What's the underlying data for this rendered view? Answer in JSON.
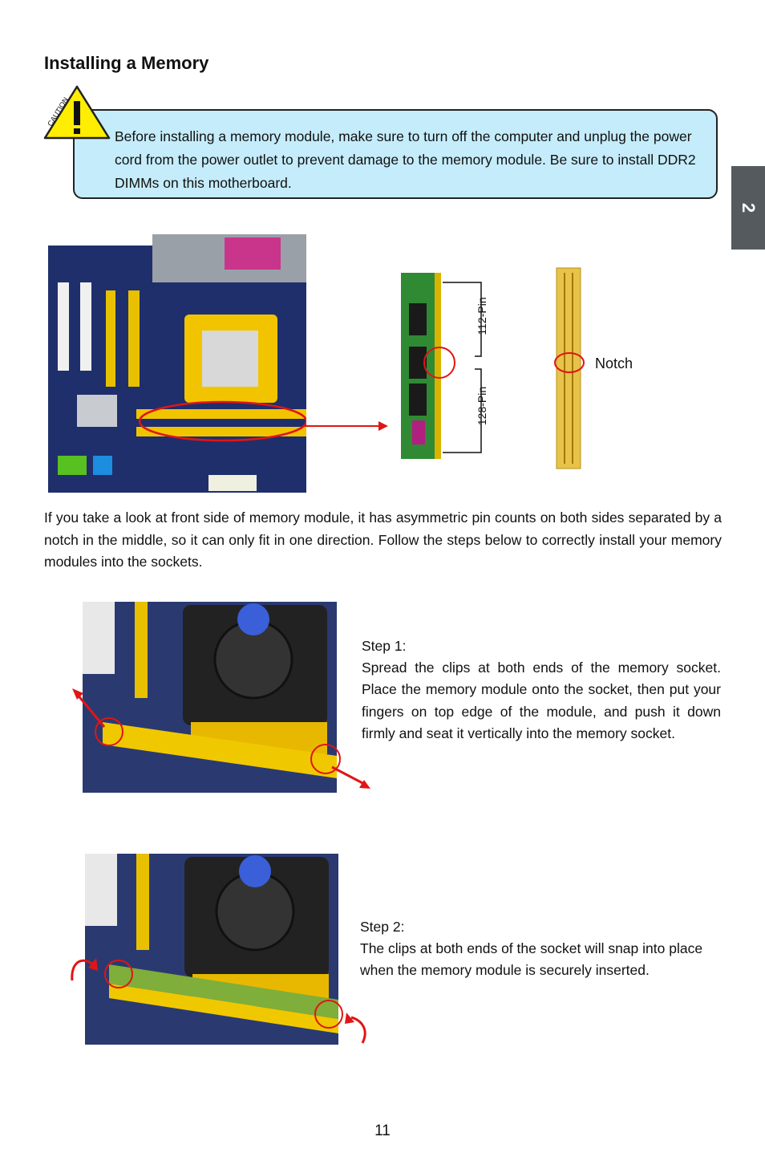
{
  "page": {
    "title": "Installing a Memory",
    "chapter_tab": "2",
    "page_number": "11"
  },
  "caution": {
    "icon_label": "CAUTION",
    "text": "Before installing a memory module, make sure to turn off the computer and unplug the power cord from the power outlet to prevent damage to the memory module. Be sure to install DDR2 DIMMs on this motherboard."
  },
  "figure": {
    "label_112": "112-Pin",
    "label_128": "128-Pin",
    "label_notch": "Notch"
  },
  "intro_text": "If you take a look at front side of memory module, it has asymmetric pin counts on both sides separated by a notch in the middle, so it can only fit in one direction. Follow the steps below to correctly install your memory modules into the sockets.",
  "steps": [
    {
      "heading": "Step 1:",
      "text": "Spread the clips at both ends of the memory socket. Place the memory module onto the socket, then put your fingers on top edge of the module, and push it down firmly and seat it vertically into the memory socket."
    },
    {
      "heading": "Step 2:",
      "text": "The clips at both ends of the socket will snap into place when the memory module is securely inserted."
    }
  ]
}
